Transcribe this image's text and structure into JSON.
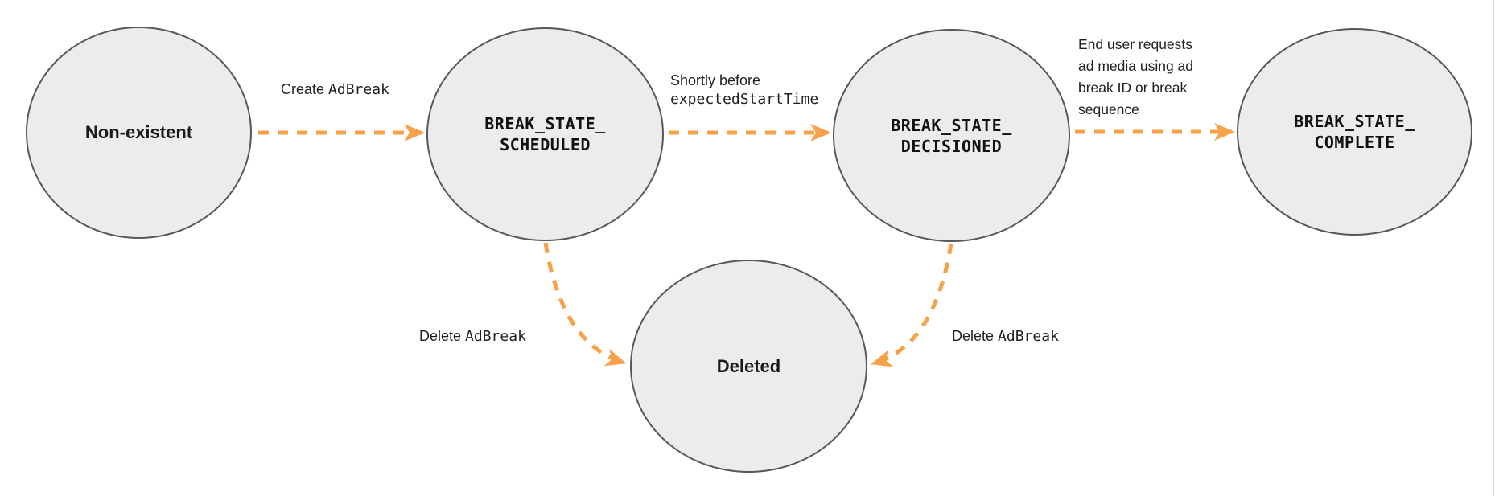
{
  "diagram": {
    "states": {
      "non_existent": {
        "label": "Non-existent"
      },
      "scheduled": {
        "line1": "BREAK_STATE_",
        "line2": "SCHEDULED"
      },
      "decisioned": {
        "line1": "BREAK_STATE_",
        "line2": "DECISIONED"
      },
      "complete": {
        "line1": "BREAK_STATE_",
        "line2": "COMPLETE"
      },
      "deleted": {
        "label": "Deleted"
      }
    },
    "edges": {
      "create": {
        "action": "Create ",
        "code": "AdBreak"
      },
      "decision": {
        "line1": "Shortly before",
        "code": "expectedStartTime"
      },
      "complete_request": {
        "lines": [
          "End user requests",
          "ad media using ad",
          "break ID or break",
          "sequence"
        ]
      },
      "delete_from_scheduled": {
        "action": "Delete ",
        "code": "AdBreak"
      },
      "delete_from_decisioned": {
        "action": "Delete ",
        "code": "AdBreak"
      }
    }
  },
  "colors": {
    "arrow": "#F8A14B",
    "node_fill": "#ECECEC",
    "node_border": "#58585A",
    "text": "#202124"
  }
}
